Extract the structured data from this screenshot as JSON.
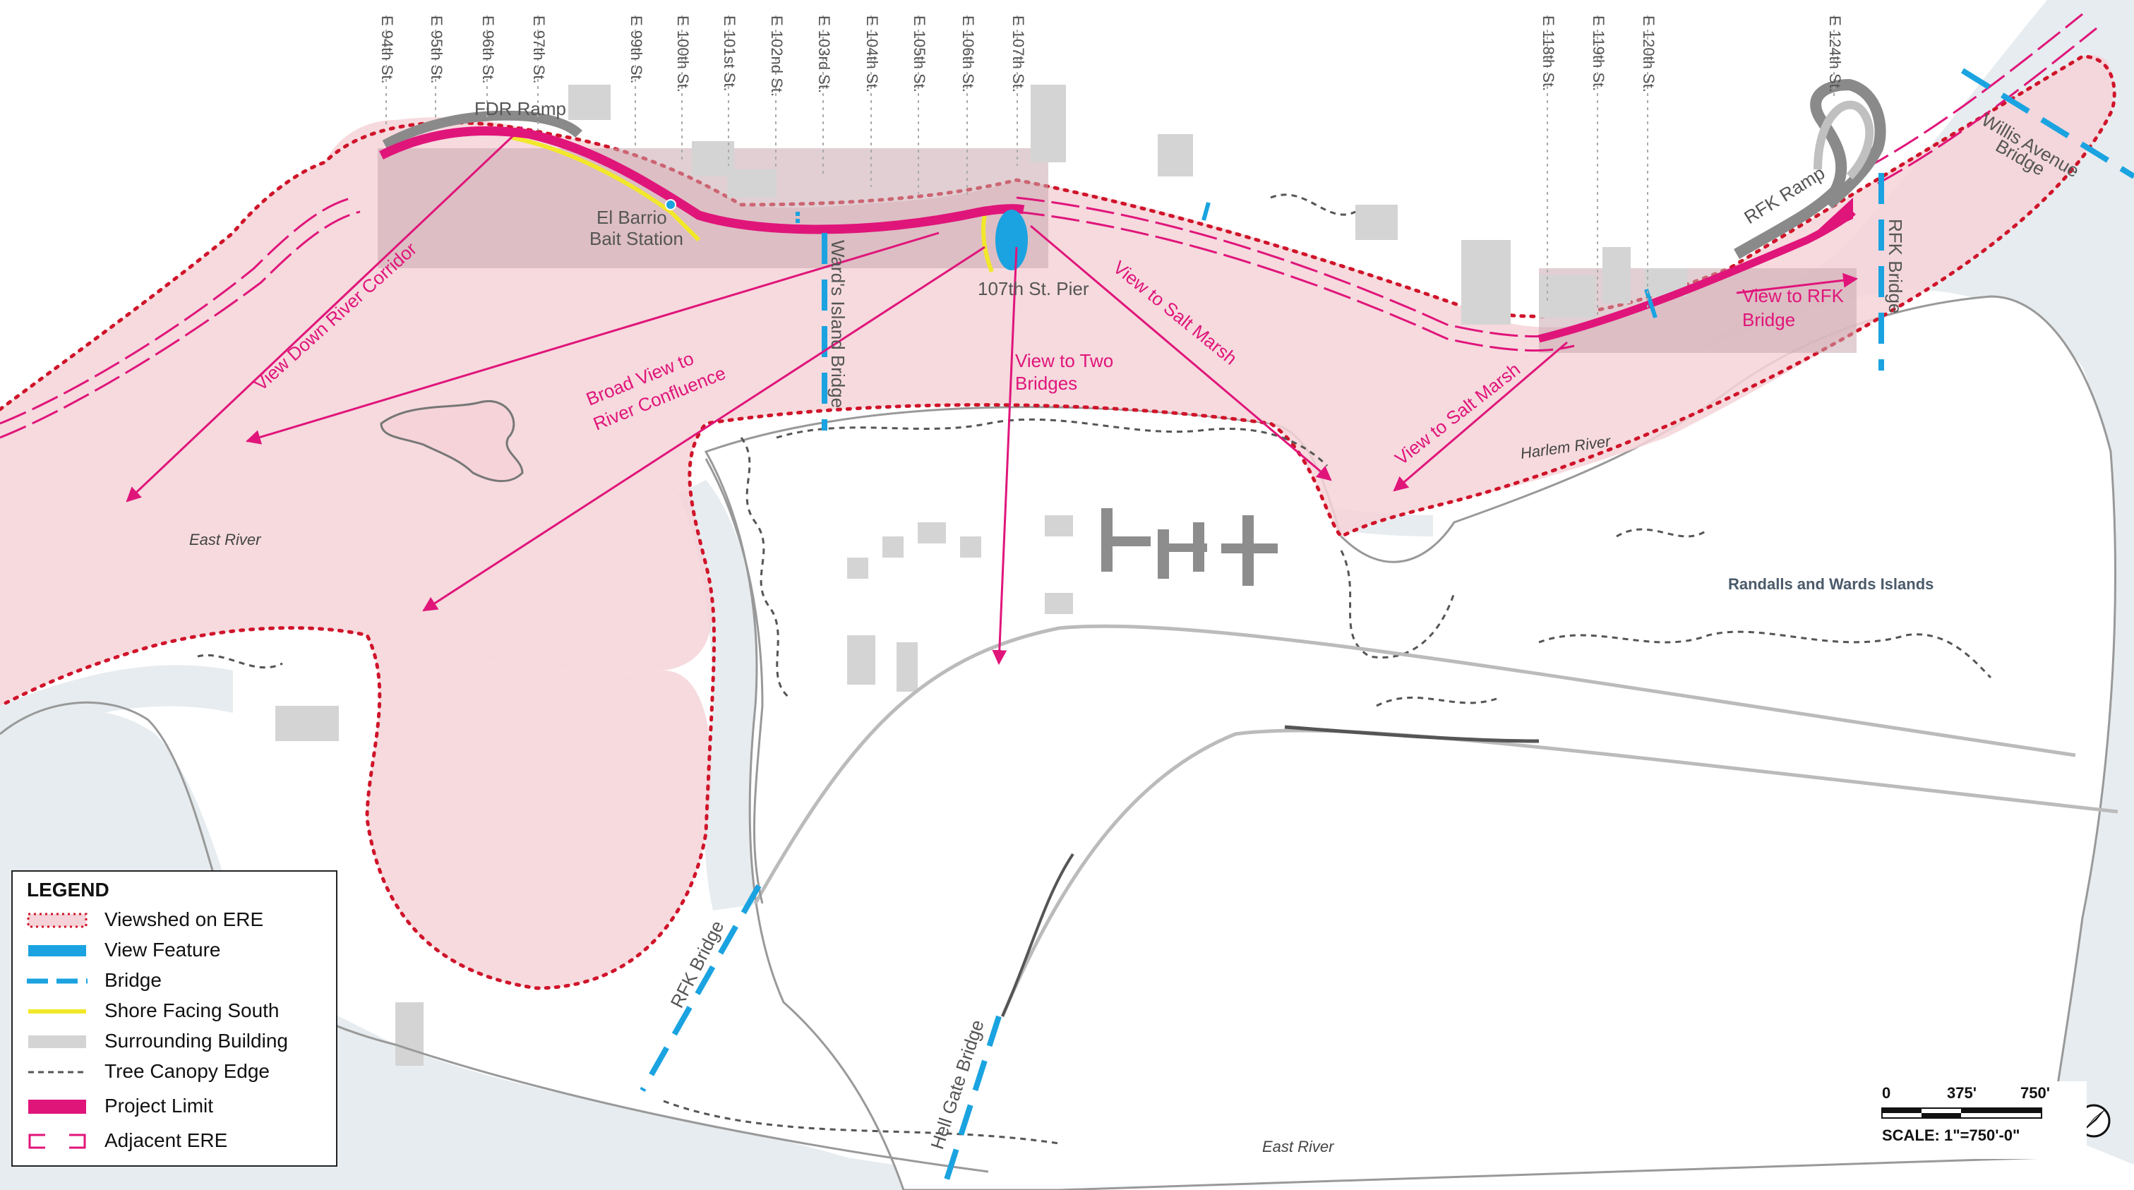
{
  "streets": [
    "E 94th St.",
    "E 95th St.",
    "E 96th St.",
    "E 97th St.",
    "E 99th St.",
    "E 100th St.",
    "E 101st St.",
    "E 102nd St.",
    "E 103rd St.",
    "E 104th St.",
    "E 105th St.",
    "E 106th St.",
    "E 107th St.",
    "E 118th St.",
    "E 119th St.",
    "E 120th St.",
    "E 124th St."
  ],
  "labels": {
    "fdr_ramp": "FDR Ramp",
    "bait_station_line1": "El Barrio",
    "bait_station_line2": "Bait Station",
    "pier": "107th St. Pier",
    "rfk_ramp": "RFK Ramp",
    "wards_island_bridge": "Ward's Island Bridge",
    "rfk_bridge_north": "RFK Bridge",
    "rfk_bridge_south": "RFK Bridge",
    "hell_gate_bridge": "Hell Gate Bridge",
    "willis_line1": "Willis Avenue",
    "willis_line2": "Bridge",
    "harlem_river": "Harlem River",
    "east_river_west": "East River",
    "east_river_south": "East River",
    "islands": "Randalls and Wards Islands"
  },
  "views": {
    "down_river": "View Down River Corridor",
    "confluence_line1": "Broad View to",
    "confluence_line2": "River Confluence",
    "two_bridges_line1": "View to Two",
    "two_bridges_line2": "Bridges",
    "salt_marsh_1": "View to Salt Marsh",
    "salt_marsh_2": "View to Salt Marsh",
    "rfk_line1": "View to RFK",
    "rfk_line2": "Bridge"
  },
  "legend": {
    "title": "LEGEND",
    "items": [
      {
        "key": "viewshed",
        "label": "Viewshed on ERE"
      },
      {
        "key": "view-feature",
        "label": "View Feature"
      },
      {
        "key": "bridge",
        "label": "Bridge"
      },
      {
        "key": "shore",
        "label": "Shore Facing South"
      },
      {
        "key": "building",
        "label": "Surrounding Building"
      },
      {
        "key": "tree",
        "label": "Tree Canopy Edge"
      },
      {
        "key": "project",
        "label": "Project Limit"
      },
      {
        "key": "adjacent",
        "label": "Adjacent ERE"
      }
    ]
  },
  "scale": {
    "tick_0": "0",
    "tick_1": "375'",
    "tick_2": "750'",
    "text": "SCALE: 1\"=750'-0\""
  },
  "colors": {
    "viewshed_fill": "#f5d3d8",
    "project_limit": "#e0157a",
    "view_feature": "#1aa3e0",
    "shore": "#f2e82a",
    "building": "#d4d4d4",
    "water_channel": "#e6ecef"
  },
  "icons": {
    "north_arrow": "north-arrow-icon"
  }
}
